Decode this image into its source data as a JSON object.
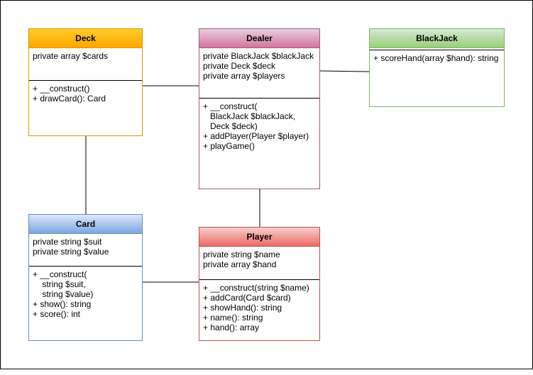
{
  "classes": {
    "deck": {
      "name": "Deck",
      "attributes": [
        "private array $cards"
      ],
      "methods": [
        "+ __construct()",
        "+ drawCard(): Card"
      ]
    },
    "dealer": {
      "name": "Dealer",
      "attributes": [
        "private BlackJack $blackJack",
        "private Deck $deck",
        "private array $players"
      ],
      "methods": [
        "+ __construct(",
        "   BlackJack $blackJack,",
        "   Deck $deck)",
        "+ addPlayer(Player $player)",
        "+ playGame()"
      ]
    },
    "blackjack": {
      "name": "BlackJack",
      "attributes": [],
      "methods": [
        "+ scoreHand(array $hand): string"
      ]
    },
    "card": {
      "name": "Card",
      "attributes": [
        "private string $suit",
        "private string $value"
      ],
      "methods": [
        "+ __construct(",
        "    string $suit,",
        "    string $value)",
        "+ show(): string",
        "+ score(): int"
      ]
    },
    "player": {
      "name": "Player",
      "attributes": [
        "private string $name",
        "private array $hand"
      ],
      "methods": [
        "+ __construct(string $name)",
        "+ addCard(Card $card)",
        "+ showHand(): string",
        "+ name(): string",
        "+ hand(): array"
      ]
    }
  },
  "colors": {
    "deck": "#d79b00",
    "dealer": "#996185",
    "blackjack": "#82b366",
    "card": "#6c8ebf",
    "player": "#b85450",
    "connector": "#000000"
  },
  "associations": [
    {
      "from": "Deck",
      "to": "Dealer"
    },
    {
      "from": "Dealer",
      "to": "BlackJack"
    },
    {
      "from": "Deck",
      "to": "Card"
    },
    {
      "from": "Dealer",
      "to": "Player"
    },
    {
      "from": "Card",
      "to": "Player"
    }
  ]
}
